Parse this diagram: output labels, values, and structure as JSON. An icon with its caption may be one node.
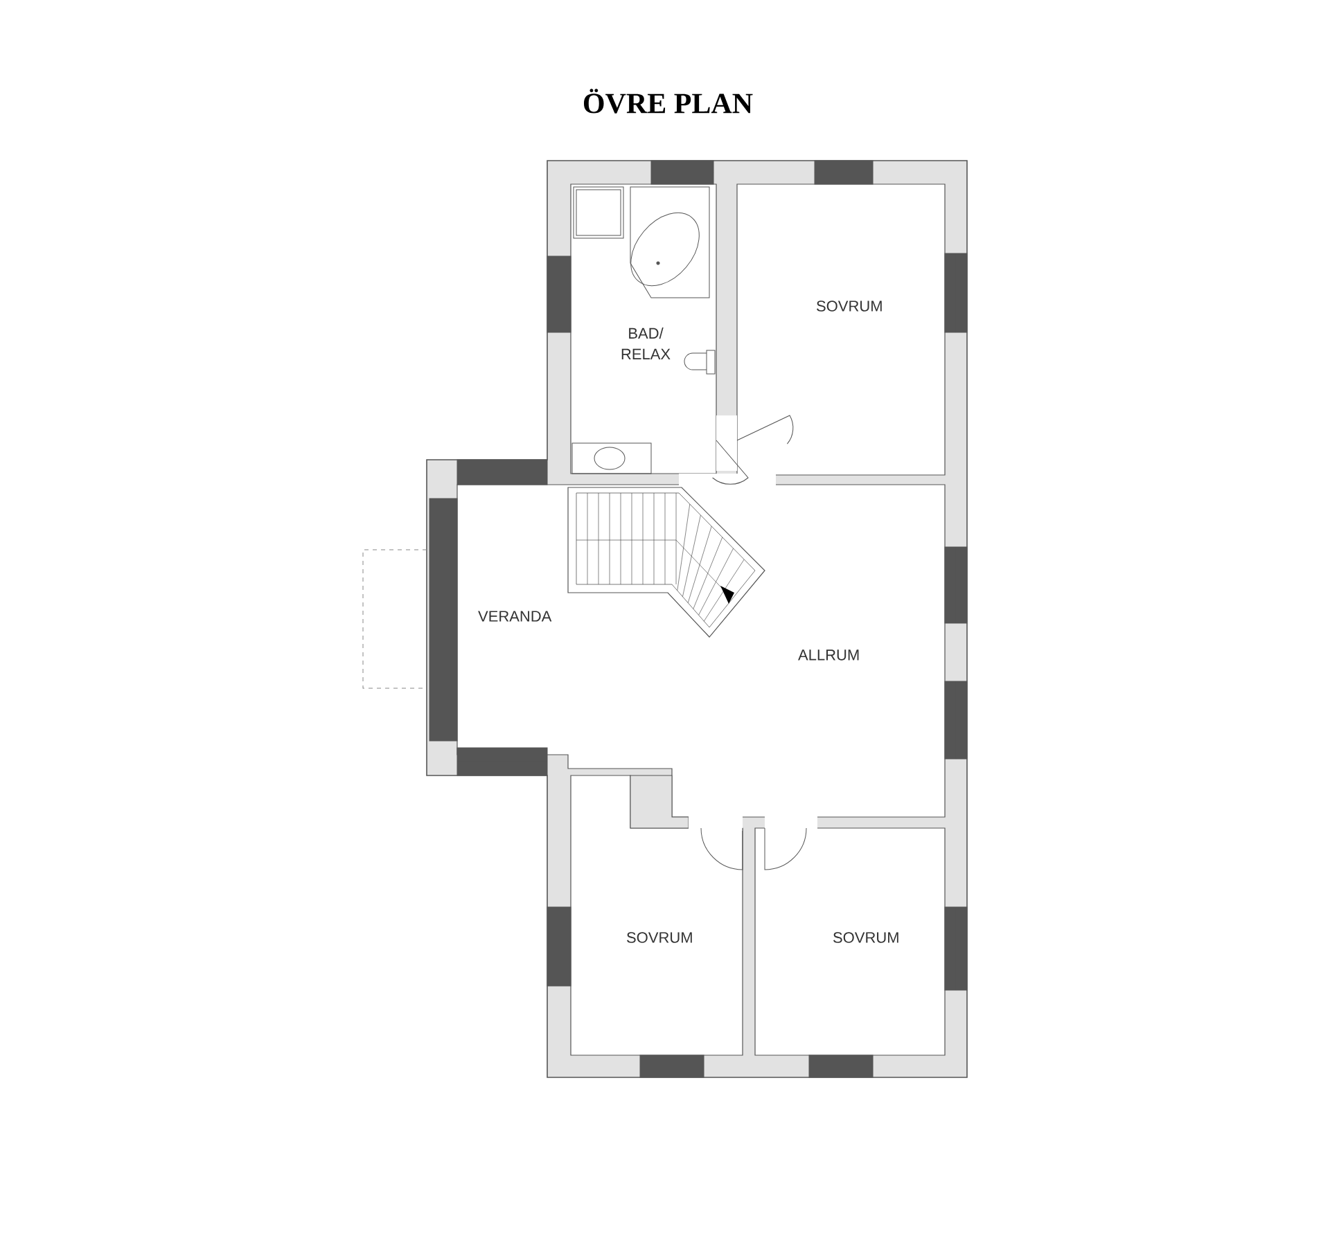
{
  "diagram": {
    "title": "ÖVRE PLAN",
    "labels": [
      "SOVRUM",
      "BAD/ RELAX",
      "VERANDA",
      "ALLRUM",
      "SOVRUM",
      "SOVRUM"
    ]
  }
}
